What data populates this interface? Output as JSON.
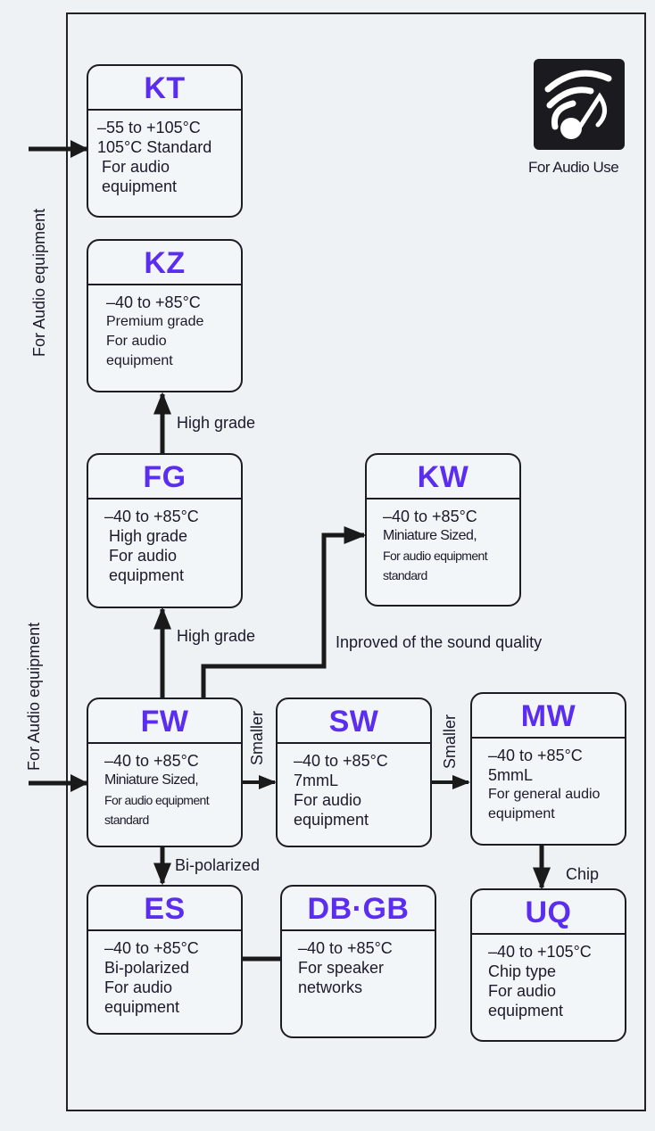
{
  "badge": {
    "icon": "audio-music-icon",
    "label": "For Audio Use"
  },
  "side_labels": {
    "top": "For Audio equipment",
    "bottom": "For Audio equipment"
  },
  "edge_labels": {
    "kz_fg": "High grade",
    "fg_fw": "High grade",
    "fw_kw": "Inproved of the sound quality",
    "fw_sw": "Smaller",
    "sw_mw": "Smaller",
    "fw_es": "Bi-polarized",
    "mw_uq": "Chip"
  },
  "boxes": {
    "kt": {
      "title": "KT",
      "lines": [
        "–55 to +105°C",
        "105°C Standard",
        " For audio",
        " equipment"
      ]
    },
    "kz": {
      "title": "KZ",
      "lines": [
        "–40 to +85°C",
        "Premium grade",
        "For audio",
        "equipment"
      ]
    },
    "fg": {
      "title": "FG",
      "lines": [
        "–40 to +85°C",
        " High grade",
        " For audio",
        " equipment"
      ]
    },
    "kw": {
      "title": "KW",
      "lines": [
        "–40 to +85°C",
        "Miniature Sized,",
        "For audio equipment",
        "standard"
      ]
    },
    "fw": {
      "title": "FW",
      "lines": [
        "–40 to +85°C",
        "Miniature Sized,",
        "For audio equipment",
        "standard"
      ]
    },
    "sw": {
      "title": "SW",
      "lines": [
        "–40 to +85°C",
        "7mmL",
        "For audio",
        "equipment"
      ]
    },
    "mw": {
      "title": "MW",
      "lines": [
        "–40 to +85°C",
        "5mmL",
        "For general audio",
        "equipment"
      ]
    },
    "es": {
      "title": "ES",
      "lines": [
        "–40 to +85°C",
        "Bi-polarized",
        "For audio",
        "equipment"
      ]
    },
    "dbgb": {
      "title": "DB·GB",
      "lines": [
        "–40 to +85°C",
        "For speaker",
        "networks"
      ]
    },
    "uq": {
      "title": "UQ",
      "lines": [
        "–40 to +105°C",
        "Chip type",
        "For audio",
        "equipment"
      ]
    }
  }
}
